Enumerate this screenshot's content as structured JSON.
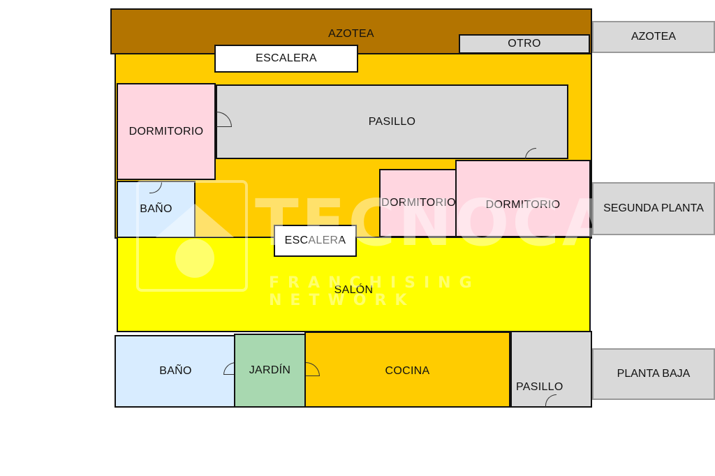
{
  "rooms": {
    "azotea_roof": "AZOTEA",
    "otro": "OTRO",
    "escalera_top": "ESCALERA",
    "pasillo_top": "PASILLO",
    "dormitorio_left": "DORMITORIO",
    "dormitorio_mid": "DORMITORIO",
    "dormitorio_right": "DORMITORIO",
    "bano_top": "BAÑO",
    "escalera_mid": "ESCALERA",
    "salon": "SALÓN",
    "bano_bottom": "BAÑO",
    "jardin": "JARDÍN",
    "cocina": "COCINA",
    "pasillo_bottom": "PASILLO"
  },
  "levels": {
    "azotea": "AZOTEA",
    "segunda_planta": "SEGUNDA PLANTA",
    "planta_baja": "PLANTA BAJA"
  },
  "watermark": {
    "brand": "TECNOCASA",
    "tagline": "FRANCHISING NETWORK"
  },
  "colors": {
    "roof": "#b37400",
    "upper_floor": "#ffcc00",
    "bedroom": "#ffd6e0",
    "bath": "#d8ecff",
    "salon": "#ffff00",
    "garden": "#a8d8b0",
    "kitchen": "#ffcc00",
    "grey": "#d9d9d9",
    "white": "#ffffff"
  }
}
